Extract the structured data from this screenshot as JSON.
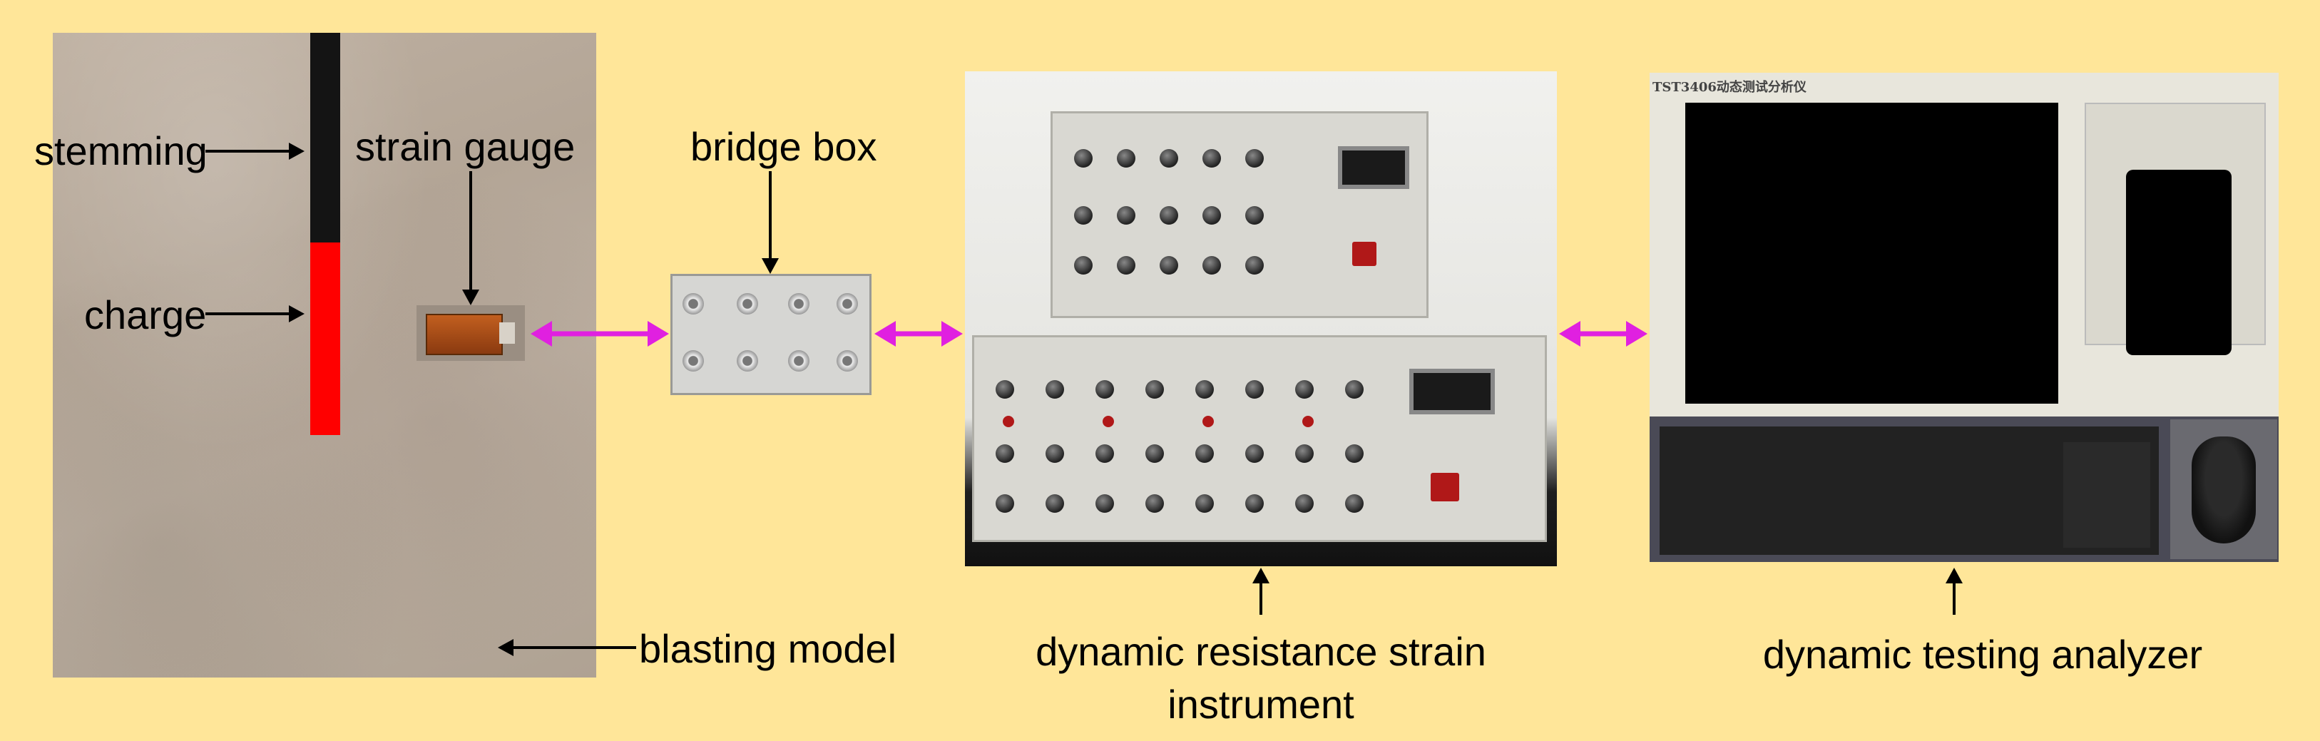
{
  "labels": {
    "stemming": "stemming",
    "charge": "charge",
    "strain_gauge": "strain gauge",
    "bridge_box": "bridge box",
    "blasting_model": "blasting model",
    "dynamic_resistance_line1": "dynamic resistance strain",
    "dynamic_resistance_line2": "instrument",
    "dynamic_testing_analyzer": "dynamic testing analyzer"
  },
  "device_text": {
    "analyzer_title": "TST3406动态测试分析仪"
  },
  "colors": {
    "background": "#FFE699",
    "stemming": "#141414",
    "charge": "#FF0000",
    "connector_arrows": "#E020E0",
    "pointer_arrows": "#000000"
  }
}
